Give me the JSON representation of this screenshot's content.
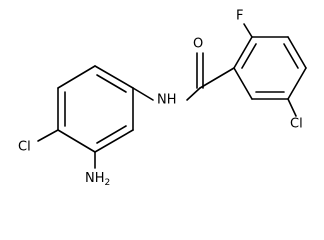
{
  "molecule": {
    "atoms": {
      "fluorine": "F",
      "oxygen": "O",
      "amide_nh": "NH",
      "chlorine_left": "Cl",
      "chlorine_right": "Cl",
      "amino_n": "NH",
      "amino_subscript": "2"
    }
  }
}
